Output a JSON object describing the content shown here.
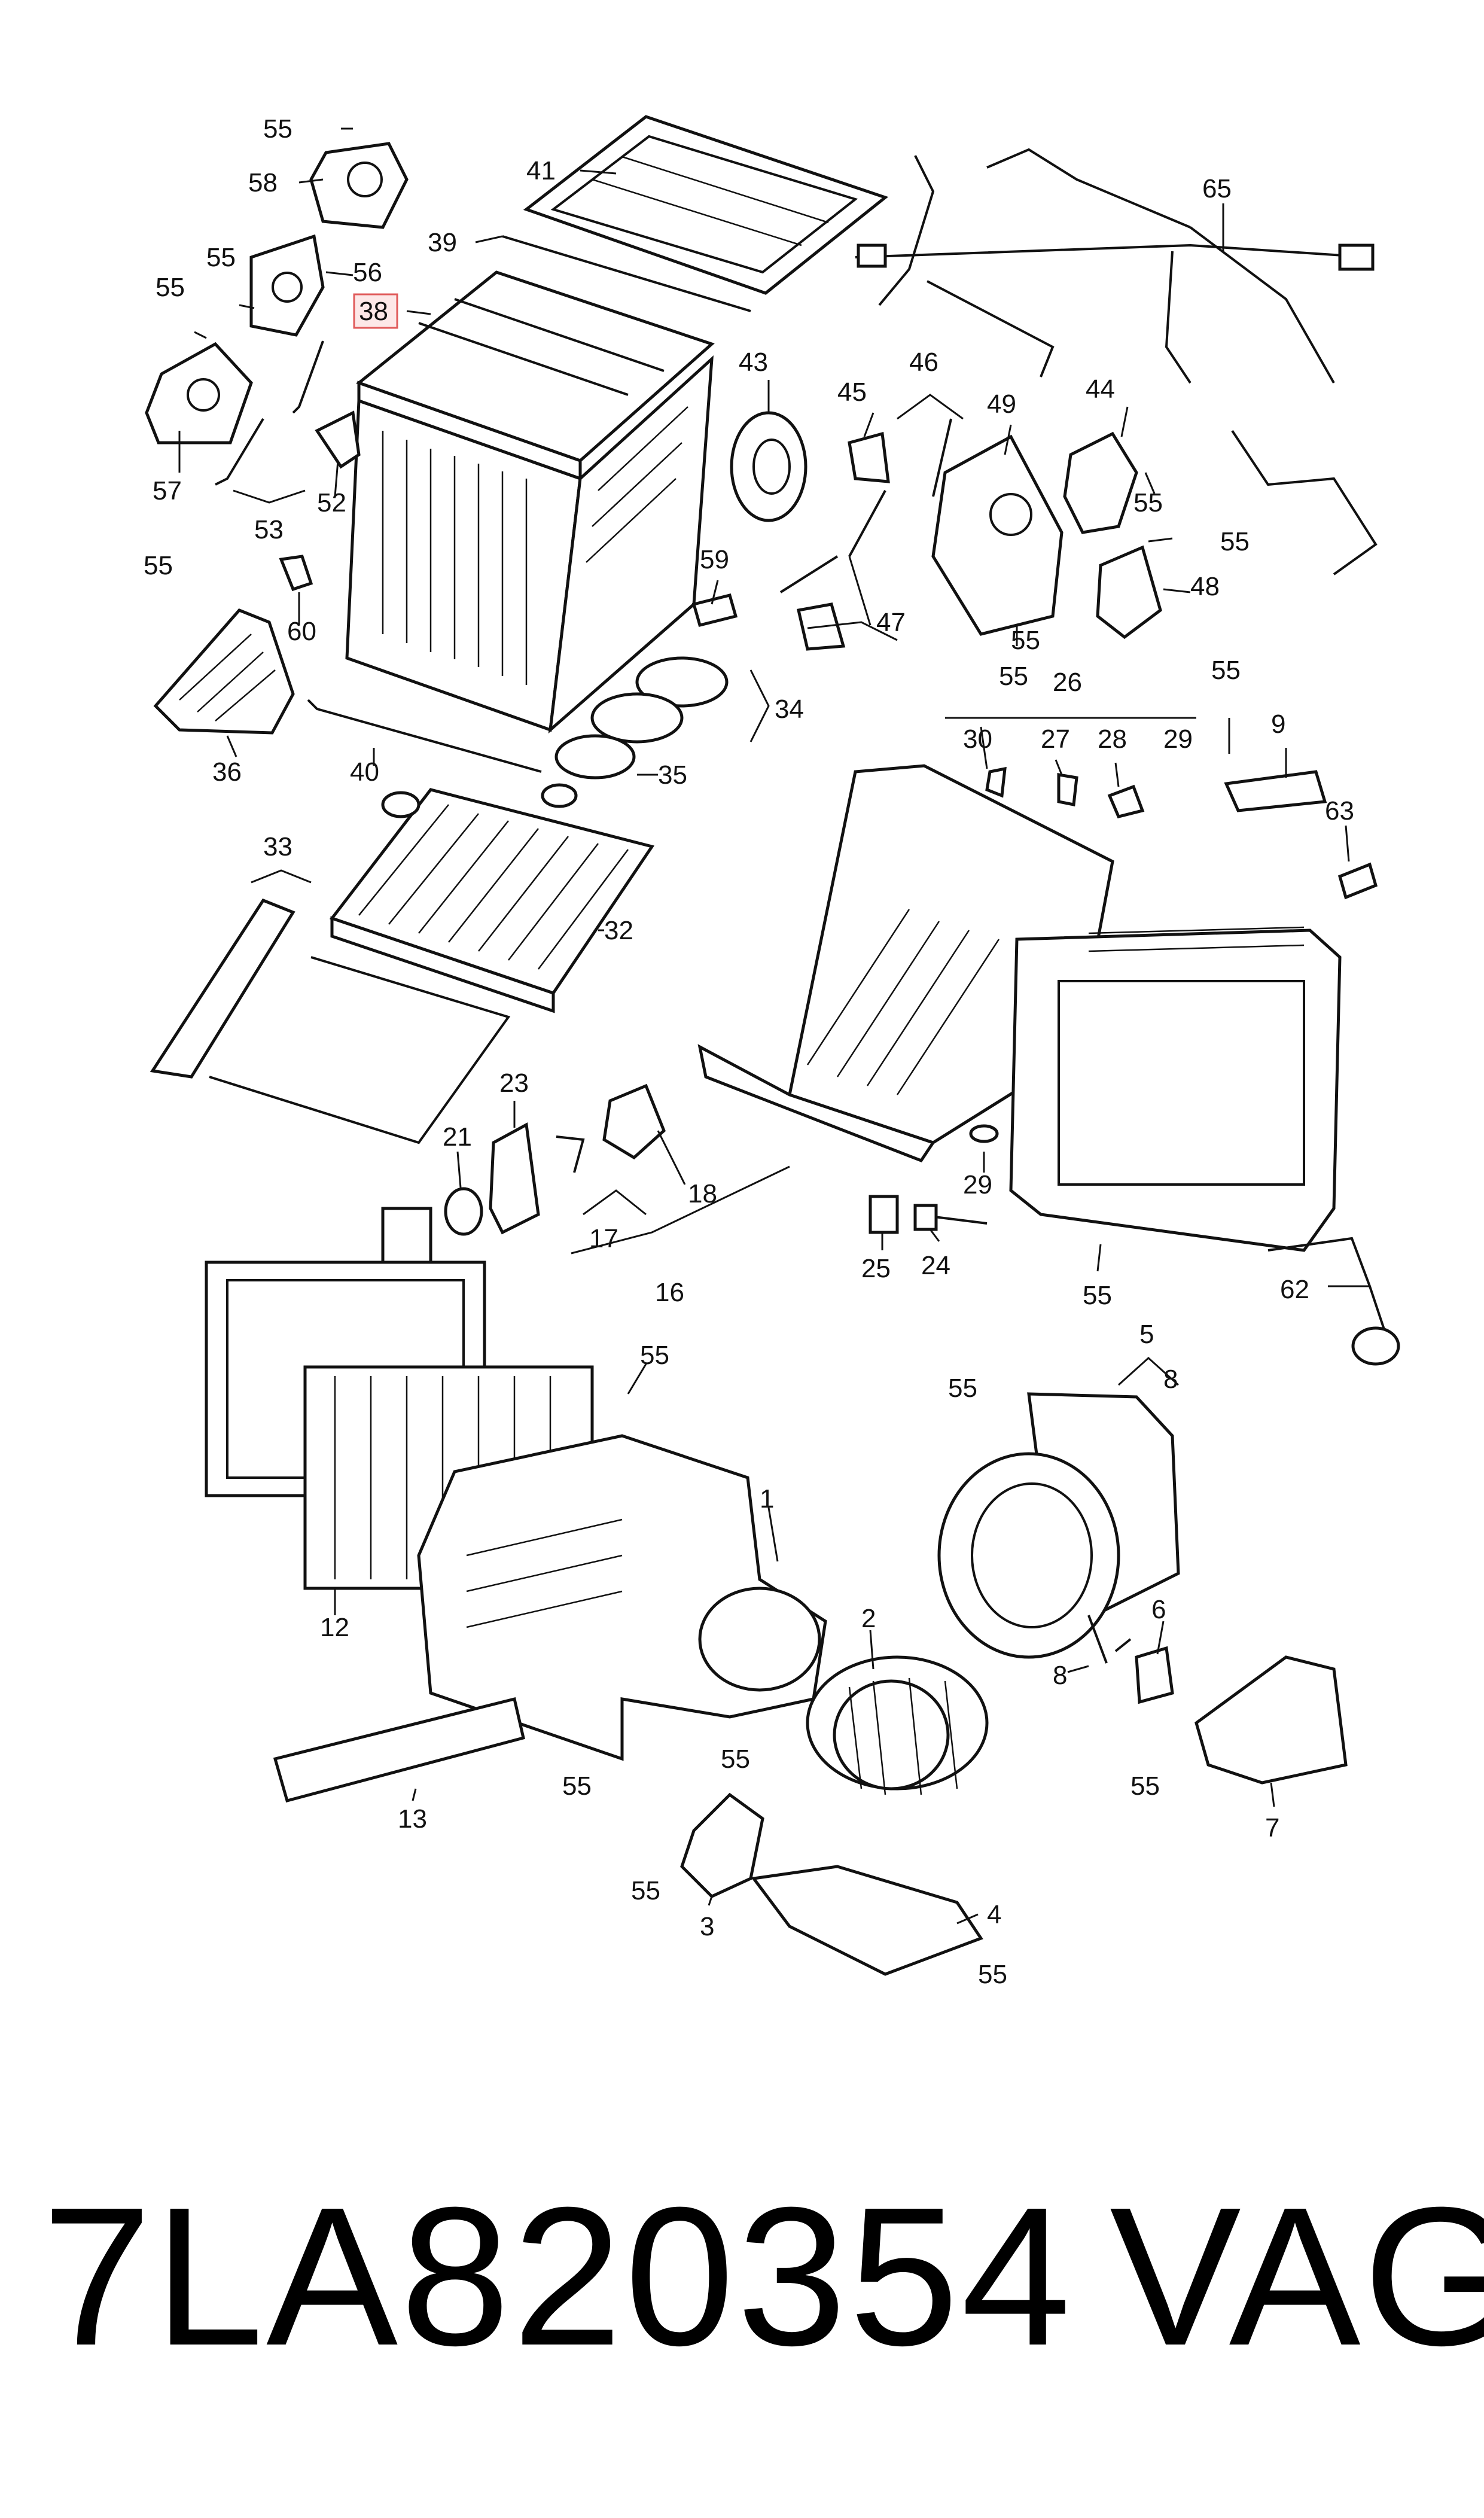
{
  "footer": {
    "part_number": "7LA820354",
    "brand": "VAG"
  },
  "highlight": {
    "label": "38",
    "color": "#e05a5a"
  },
  "callouts": {
    "c1": "1",
    "c2": "2",
    "c3": "3",
    "c4": "4",
    "c5": "5",
    "c6": "6",
    "c7": "7",
    "c8a": "8",
    "c8b": "8",
    "c9": "9",
    "c12": "12",
    "c13": "13",
    "c16": "16",
    "c17": "17",
    "c18": "18",
    "c21": "21",
    "c23": "23",
    "c24": "24",
    "c25": "25",
    "c26": "26",
    "c27": "27",
    "c28": "28",
    "c29a": "29",
    "c29b": "29",
    "c30": "30",
    "c32": "32",
    "c33": "33",
    "c34": "34",
    "c35": "35",
    "c36": "36",
    "c38": "38",
    "c39": "39",
    "c40": "40",
    "c41": "41",
    "c43": "43",
    "c44": "44",
    "c45": "45",
    "c46": "46",
    "c47": "47",
    "c48": "48",
    "c49": "49",
    "c52": "52",
    "c53": "53",
    "c56": "56",
    "c57": "57",
    "c58": "58",
    "c59": "59",
    "c60": "60",
    "c62": "62",
    "c63": "63",
    "c65": "65",
    "s01": "55",
    "s02": "55",
    "s03": "55",
    "s04": "55",
    "s05": "55",
    "s06": "55",
    "s07": "55",
    "s08": "55",
    "s09": "55",
    "s10": "55",
    "s11": "55",
    "s12": "55",
    "s13": "55",
    "s14": "55",
    "s15": "55",
    "s16": "55",
    "s17": "55"
  }
}
